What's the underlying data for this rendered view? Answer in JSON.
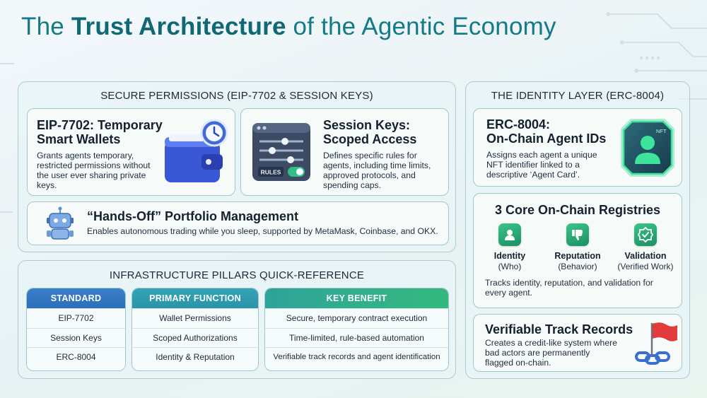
{
  "title": {
    "prefix": "The ",
    "highlight": "Trust Architecture",
    "suffix": " of the Agentic Economy"
  },
  "permissions_panel": {
    "heading": "SECURE PERMISSIONS (EIP-7702 & SESSION KEYS)",
    "eip7702": {
      "title_line1": "EIP-7702: Temporary",
      "title_line2": "Smart Wallets",
      "desc_lines": [
        "Grants agents temporary,",
        "restricted permissions without",
        "the user ever sharing private",
        "keys."
      ]
    },
    "session_keys": {
      "title_line1": "Session Keys:",
      "title_line2": "Scoped Access",
      "desc_lines": [
        "Defines specific rules for",
        "agents, including time limits,",
        "approved protocols, and",
        "spending caps."
      ],
      "rules_label": "RULES"
    },
    "hands_off": {
      "title": "“Hands-Off” Portfolio Management",
      "desc": "Enables autonomous trading while you sleep, supported by MetaMask, Coinbase, and OKX."
    }
  },
  "pillars_panel": {
    "heading": "INFRASTRUCTURE PILLARS QUICK-REFERENCE",
    "columns": [
      {
        "header": "STANDARD",
        "cells": [
          "EIP-7702",
          "Session Keys",
          "ERC-8004"
        ]
      },
      {
        "header": "PRIMARY FUNCTION",
        "cells": [
          "Wallet Permissions",
          "Scoped Authorizations",
          "Identity & Reputation"
        ]
      },
      {
        "header": "KEY BENEFIT",
        "cells": [
          "Secure, temporary contract execution",
          "Time-limited, rule-based automation",
          "Verifiable track records and agent identification"
        ]
      }
    ]
  },
  "identity_panel": {
    "heading": "THE IDENTITY LAYER (ERC-8004)",
    "erc8004": {
      "title_line1": "ERC-8004:",
      "title_line2": "On-Chain Agent IDs",
      "desc_lines": [
        "Assigns each agent a unique",
        "NFT identifier linked to a",
        "descriptive ‘Agent Card’."
      ],
      "nft_label": "NFT"
    },
    "registries": {
      "title": "3 Core On-Chain Registries",
      "items": [
        {
          "name": "Identity",
          "sub": "(Who)"
        },
        {
          "name": "Reputation",
          "sub": "(Behavior)"
        },
        {
          "name": "Validation",
          "sub": "(Verified Work)"
        }
      ],
      "desc_lines": [
        "Tracks identity, reputation, and validation for",
        "every agent."
      ]
    },
    "track_records": {
      "title": "Verifiable Track Records",
      "desc_lines": [
        "Creates a credit-like system where",
        "bad actors are permanently",
        "flagged on-chain."
      ]
    }
  },
  "colors": {
    "title": "#137a86",
    "standard_header": "#2d6fb8",
    "function_header": "#2a93a8",
    "benefit_header": "#2eae7b",
    "accent_green": "#2fbf84"
  },
  "icons": {
    "wallet": "wallet-clock-icon",
    "sliders": "settings-sliders-icon",
    "robot": "robot-icon",
    "nft": "nft-agent-badge-icon",
    "identity": "user-icon",
    "reputation": "thumbs-down-icon",
    "validation": "check-badge-icon",
    "flag": "red-flag-chain-icon"
  }
}
